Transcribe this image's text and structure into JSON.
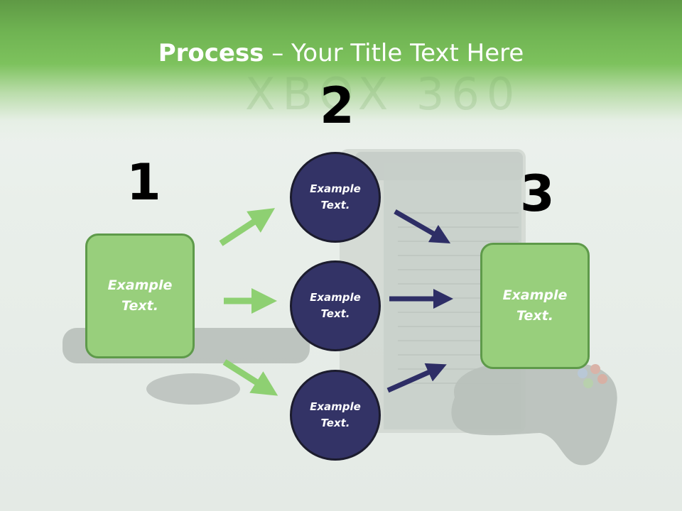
{
  "slide": {
    "title_bold": "Process",
    "title_rest": " – Your Title Text Here",
    "watermark": "XBOX 360"
  },
  "steps": [
    {
      "number": "1",
      "text_line1": "Example",
      "text_line2": "Text."
    },
    {
      "number": "2"
    },
    {
      "number": "3",
      "text_line1": "Example",
      "text_line2": "Text."
    }
  ],
  "circles": [
    {
      "text_line1": "Example",
      "text_line2": "Text."
    },
    {
      "text_line1": "Example",
      "text_line2": "Text."
    },
    {
      "text_line1": "Example",
      "text_line2": "Text."
    }
  ],
  "colors": {
    "header_green": "#7dc25d",
    "box_fill": "#98cf7c",
    "circle_fill": "#333366",
    "arrow_green": "#8ed072",
    "arrow_navy": "#2e2e66"
  }
}
